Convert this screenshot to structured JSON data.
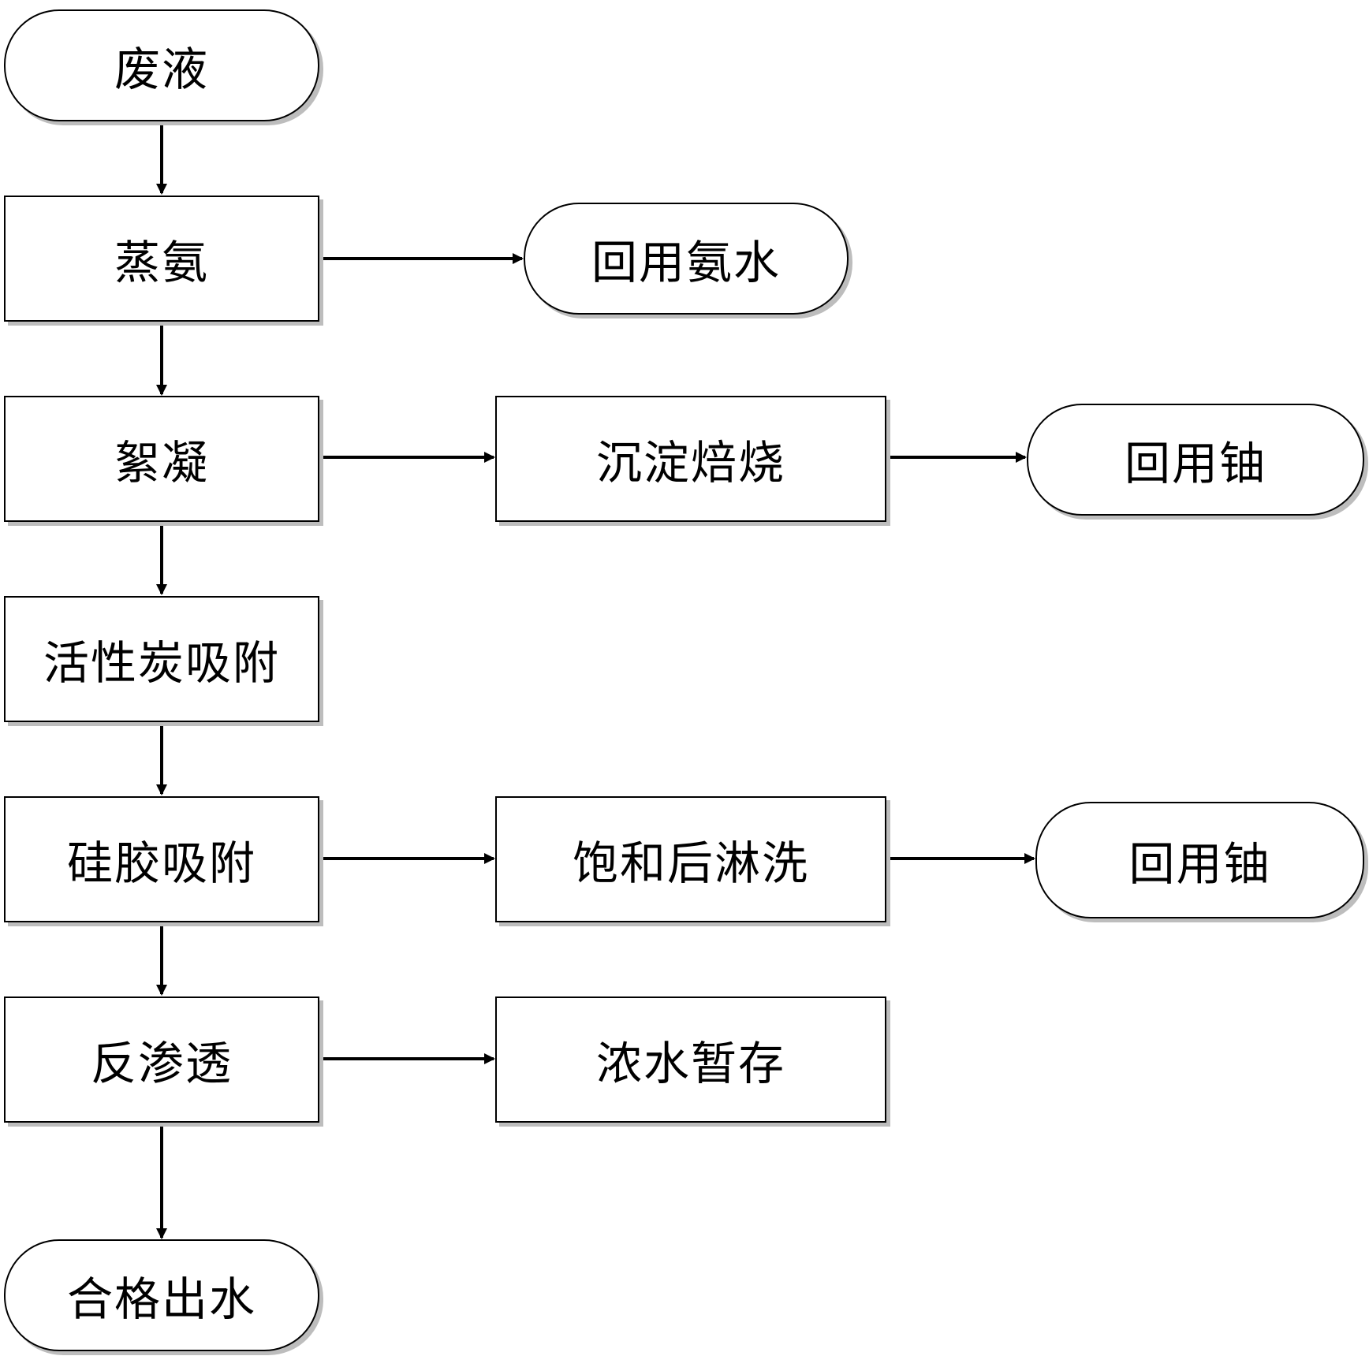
{
  "flowchart": {
    "nodes": {
      "waste_liquid": "废液",
      "ammonia_stripping": "蒸氨",
      "recycled_ammonia_water": "回用氨水",
      "flocculation": "絮凝",
      "precipitation_roasting": "沉淀焙烧",
      "recycled_uranium_1": "回用铀",
      "activated_carbon_adsorption": "活性炭吸附",
      "silica_gel_adsorption": "硅胶吸附",
      "saturated_leaching": "饱和后淋洗",
      "recycled_uranium_2": "回用铀",
      "reverse_osmosis": "反渗透",
      "concentrate_storage": "浓水暂存",
      "qualified_effluent": "合格出水"
    },
    "edges": [
      [
        "waste_liquid",
        "ammonia_stripping"
      ],
      [
        "ammonia_stripping",
        "recycled_ammonia_water"
      ],
      [
        "ammonia_stripping",
        "flocculation"
      ],
      [
        "flocculation",
        "precipitation_roasting"
      ],
      [
        "precipitation_roasting",
        "recycled_uranium_1"
      ],
      [
        "flocculation",
        "activated_carbon_adsorption"
      ],
      [
        "activated_carbon_adsorption",
        "silica_gel_adsorption"
      ],
      [
        "silica_gel_adsorption",
        "saturated_leaching"
      ],
      [
        "saturated_leaching",
        "recycled_uranium_2"
      ],
      [
        "silica_gel_adsorption",
        "reverse_osmosis"
      ],
      [
        "reverse_osmosis",
        "concentrate_storage"
      ],
      [
        "reverse_osmosis",
        "qualified_effluent"
      ]
    ]
  }
}
